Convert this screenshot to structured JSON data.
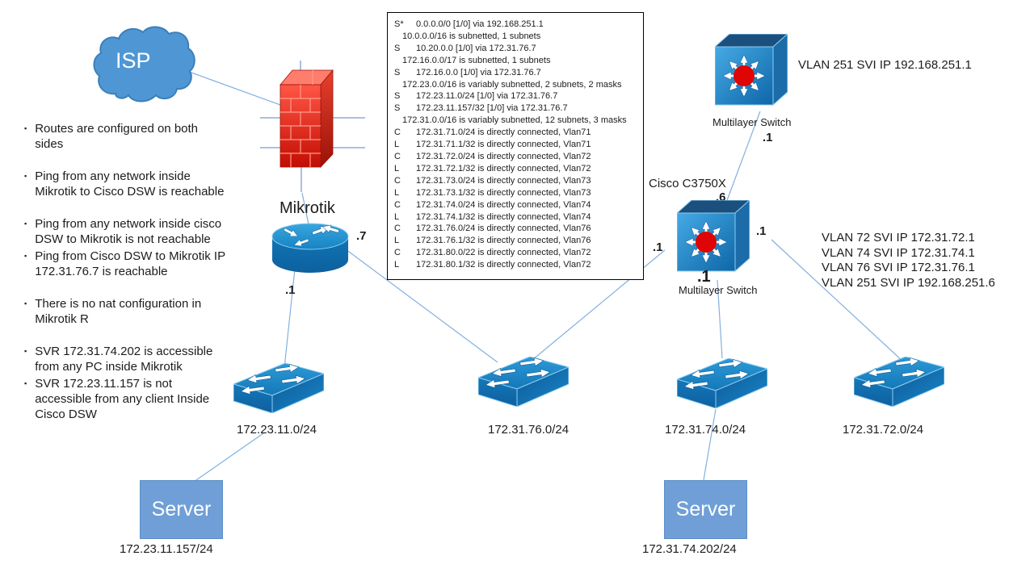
{
  "colors": {
    "device_blue": "#1581c4",
    "firewall_red": "#e02414",
    "mls_red": "#e00505",
    "connector_line": "#82b1e0",
    "server_fill": "#6f9fd6"
  },
  "notes": {
    "bullet": "▪",
    "items": [
      {
        "text": "Routes are configured on both sides"
      },
      {
        "text": "Ping from any network inside Mikrotik to Cisco DSW is reachable"
      },
      {
        "text": "Ping from any network inside cisco DSW to Mikrotik is not reachable"
      },
      {
        "text": "Ping from Cisco DSW to Mikrotik IP 172.31.76.7 is reachable"
      },
      {
        "text": "There is no nat configuration in Mikrotik R"
      },
      {
        "text": "SVR 172.31.74.202 is accessible from any PC inside Mikrotik"
      },
      {
        "text": "SVR 172.23.11.157 is not accessible from any client Inside Cisco DSW"
      }
    ]
  },
  "routing_table": {
    "rows": [
      {
        "c": "S*",
        "t": "0.0.0.0/0 [1/0] via 192.168.251.1"
      },
      {
        "c": "",
        "t": "10.0.0.0/16 is subnetted, 1 subnets"
      },
      {
        "c": "S",
        "t": "10.20.0.0 [1/0] via 172.31.76.7"
      },
      {
        "c": "",
        "t": "172.16.0.0/17 is subnetted, 1 subnets"
      },
      {
        "c": "S",
        "t": "172.16.0.0 [1/0] via 172.31.76.7"
      },
      {
        "c": "",
        "t": "172.23.0.0/16 is variably subnetted, 2 subnets, 2 masks"
      },
      {
        "c": "S",
        "t": "172.23.11.0/24 [1/0] via 172.31.76.7"
      },
      {
        "c": "S",
        "t": "172.23.11.157/32 [1/0] via 172.31.76.7"
      },
      {
        "c": "",
        "t": "172.31.0.0/16 is variably subnetted, 12 subnets, 3 masks"
      },
      {
        "c": "C",
        "t": "172.31.71.0/24 is directly connected, Vlan71"
      },
      {
        "c": "L",
        "t": "172.31.71.1/32 is directly connected, Vlan71"
      },
      {
        "c": "C",
        "t": "172.31.72.0/24 is directly connected, Vlan72"
      },
      {
        "c": "L",
        "t": "172.31.72.1/32 is directly connected, Vlan72"
      },
      {
        "c": "C",
        "t": "172.31.73.0/24 is directly connected, Vlan73"
      },
      {
        "c": "L",
        "t": "172.31.73.1/32 is directly connected, Vlan73"
      },
      {
        "c": "C",
        "t": "172.31.74.0/24 is directly connected, Vlan74"
      },
      {
        "c": "L",
        "t": "172.31.74.1/32 is directly connected, Vlan74"
      },
      {
        "c": "C",
        "t": "172.31.76.0/24 is directly connected, Vlan76"
      },
      {
        "c": "L",
        "t": "172.31.76.1/32 is directly connected, Vlan76"
      },
      {
        "c": "C",
        "t": "172.31.80.0/22 is directly connected, Vlan72"
      },
      {
        "c": "L",
        "t": "172.31.80.1/32 is directly connected, Vlan72"
      }
    ]
  },
  "devices": {
    "isp": {
      "label": "ISP"
    },
    "mikrotik": {
      "label": "Mikrotik",
      "port_wan": ".7",
      "port_lan": ".1"
    },
    "mls_top": {
      "caption": "Multilayer Switch",
      "port": ".1",
      "svi": "VLAN 251 SVI IP 192.168.251.1"
    },
    "c3750x": {
      "label": "Cisco C3750X",
      "caption": "Multilayer Switch",
      "port_top": ".6",
      "port_left": ".1",
      "port_right": ".1",
      "port_bottom": ".1",
      "svi": [
        "VLAN 72 SVI IP 172.31.72.1",
        "VLAN 74 SVI IP 172.31.74.1",
        "VLAN 76 SVI IP 172.31.76.1",
        "VLAN 251 SVI IP 192.168.251.6"
      ]
    },
    "switch1": {
      "subnet": "172.23.11.0/24"
    },
    "switch2": {
      "subnet": "172.31.76.0/24"
    },
    "switch3": {
      "subnet": "172.31.74.0/24"
    },
    "switch4": {
      "subnet": "172.31.72.0/24"
    },
    "server1": {
      "label": "Server",
      "ip": "172.23.11.157/24"
    },
    "server2": {
      "label": "Server",
      "ip": "172.31.74.202/24"
    }
  }
}
